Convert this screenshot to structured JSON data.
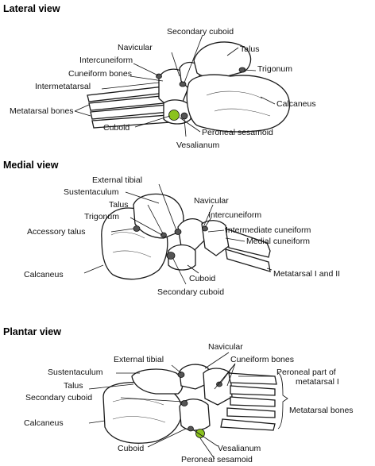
{
  "colors": {
    "highlight": "#8bc21f",
    "ink": "#111111",
    "background": "#ffffff"
  },
  "lateral": {
    "title": "Lateral view",
    "labels": {
      "secondary_cuboid": "Secondary cuboid",
      "navicular": "Navicular",
      "talus": "Talus",
      "intercuneiform": "Intercuneiform",
      "trigonum": "Trigonum",
      "cuneiform_bones": "Cuneiform bones",
      "intermetatarsal": "Intermetatarsal",
      "metatarsal_bones": "Metatarsal bones",
      "calcaneus": "Calcaneus",
      "cuboid": "Cuboid",
      "peroneal_sesamoid": "Peroneal sesamoid",
      "vesalianum": "Vesalianum"
    }
  },
  "medial": {
    "title": "Medial view",
    "labels": {
      "external_tibial": "External tibial",
      "sustentaculum": "Sustentaculum",
      "navicular": "Navicular",
      "talus": "Talus",
      "intercuneiform": "Intercuneiform",
      "trigonum": "Trigonum",
      "intermediate_cuneiform": "Intermediate cuneiform",
      "accessory_talus": "Accessory talus",
      "medial_cuneiform": "Medial cuneiform",
      "calcaneus": "Calcaneus",
      "metatarsal_i_ii": "Metatarsal I and II",
      "cuboid": "Cuboid",
      "secondary_cuboid": "Secondary cuboid"
    }
  },
  "plantar": {
    "title": "Plantar view",
    "labels": {
      "navicular": "Navicular",
      "external_tibial": "External tibial",
      "cuneiform_bones": "Cuneiform bones",
      "sustentaculum": "Sustentaculum",
      "peroneal_part_1": "Peroneal part of",
      "peroneal_part_2": "metatarsal I",
      "talus": "Talus",
      "secondary_cuboid": "Secondary cuboid",
      "metatarsal_bones": "Metatarsal bones",
      "calcaneus": "Calcaneus",
      "cuboid": "Cuboid",
      "vesalianum": "Vesalianum",
      "peroneal_sesamoid": "Peroneal sesamoid"
    }
  }
}
